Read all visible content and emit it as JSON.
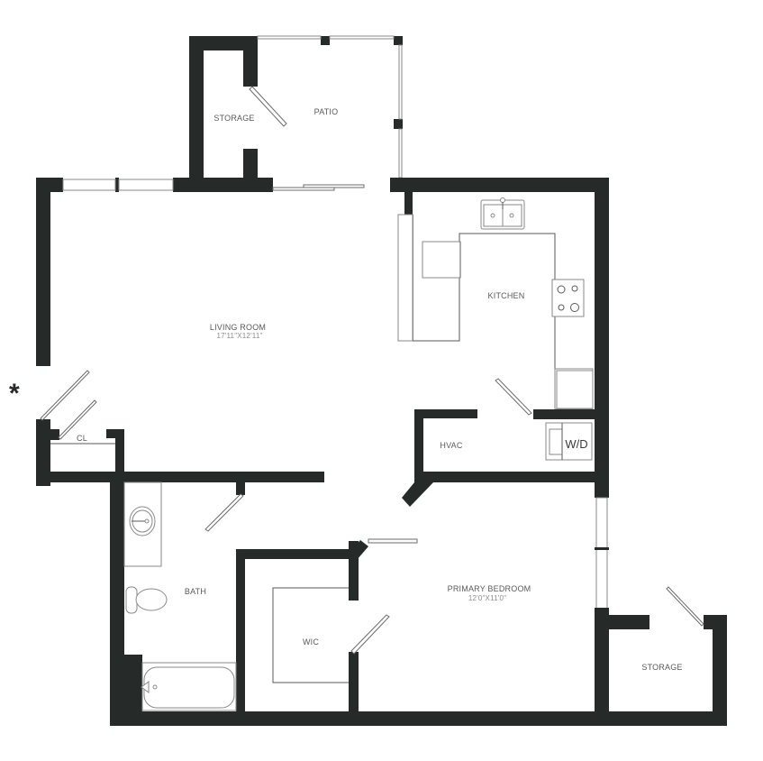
{
  "floor_plan": {
    "rooms": [
      {
        "id": "patio-storage",
        "name": "STORAGE",
        "dimensions": null
      },
      {
        "id": "patio",
        "name": "PATIO",
        "dimensions": null
      },
      {
        "id": "living-room",
        "name": "LIVING ROOM",
        "dimensions": "17'11\"X12'11\""
      },
      {
        "id": "kitchen",
        "name": "KITCHEN",
        "dimensions": null
      },
      {
        "id": "closet",
        "name": "CL",
        "dimensions": null
      },
      {
        "id": "hvac",
        "name": "HVAC",
        "dimensions": null
      },
      {
        "id": "bath",
        "name": "BATH",
        "dimensions": null
      },
      {
        "id": "wic",
        "name": "WIC",
        "dimensions": null
      },
      {
        "id": "primary-bedroom",
        "name": "PRIMARY BEDROOM",
        "dimensions": "12'0\"X11'0\""
      },
      {
        "id": "exterior-storage",
        "name": "STORAGE",
        "dimensions": null
      }
    ],
    "appliances": {
      "washer_dryer": "W/D"
    },
    "entry_marker": "*",
    "colors": {
      "wall": "#262a29",
      "fixture_line": "#8a8a8a",
      "label_text": "#5a5a5a",
      "background": "#ffffff"
    }
  }
}
